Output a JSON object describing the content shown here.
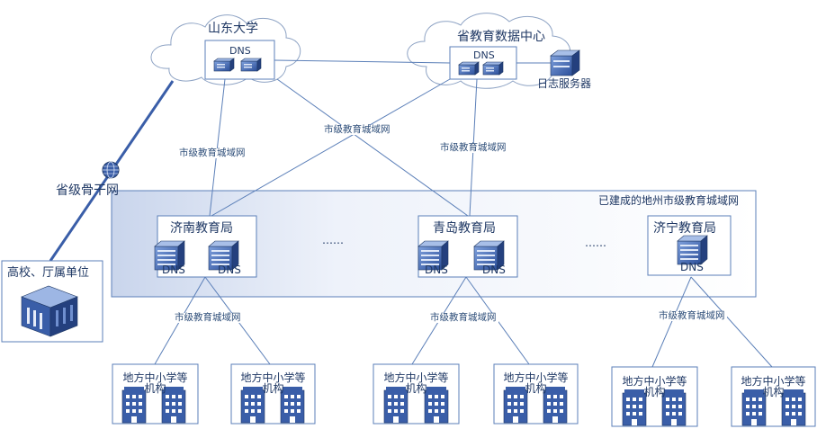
{
  "nodes": {
    "shandong_univ": {
      "title": "山东大学",
      "dns": "DNS"
    },
    "data_center": {
      "title": "省教育数据中心",
      "dns": "DNS",
      "log_server": "日志服务器"
    },
    "backbone": {
      "title": "省级骨干网"
    },
    "university_units": {
      "title": "高校、厅属单位"
    },
    "region": {
      "title": "已建成的地州市级教育城域网"
    },
    "jinan": {
      "title": "济南教育局",
      "dns1": "DNS",
      "dns2": "DNS"
    },
    "qingdao": {
      "title": "青岛教育局",
      "dns1": "DNS",
      "dns2": "DNS"
    },
    "jining": {
      "title": "济宁教育局",
      "dns": "DNS"
    },
    "ellipsis1": "……",
    "ellipsis2": "……"
  },
  "links": {
    "metro1": "市级教育城域网",
    "metro2": "市级教育城域网",
    "metro3": "市级教育城域网",
    "metro_jinan": "市级教育城域网",
    "metro_qingdao": "市级教育城域网",
    "metro_jining": "市级教育城域网"
  },
  "schools": {
    "label_line1": "地方中小学等",
    "label_line2": "机构",
    "items": [
      "地方中小学等机构",
      "地方中小学等机构",
      "地方中小学等机构",
      "地方中小学等机构",
      "地方中小学等机构",
      "地方中小学等机构"
    ]
  },
  "colors": {
    "line": "#5b7fb8",
    "dark": "#1f3864",
    "device": "#3a5ea8",
    "cloud_border": "#8ea3c4"
  }
}
